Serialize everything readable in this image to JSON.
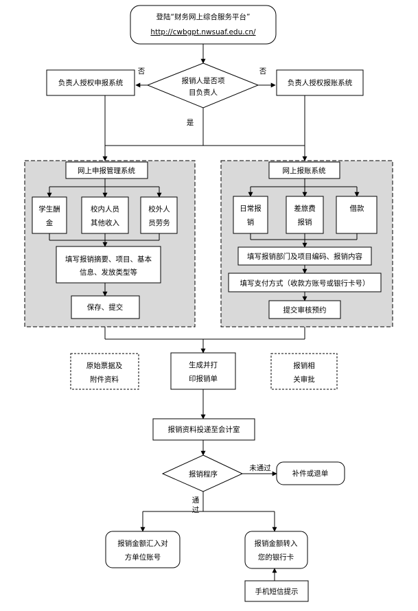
{
  "start": {
    "line1": "登陆“财务网上综合服务平台”",
    "link": "http://cwbgpt.nwsuaf.edu.cn/"
  },
  "decision1": {
    "line1": "报销人是否项",
    "line2": "目负责人"
  },
  "left_system": "负责人授权申报系统",
  "right_system": "负责人授权报账系统",
  "labels": {
    "no_left": "否",
    "no_right": "否",
    "yes": "是"
  },
  "left_group": {
    "title": "网上申报管理系统",
    "items": [
      {
        "line1": "学生酬",
        "line2": "金"
      },
      {
        "line1": "校内人员",
        "line2": "其他收入"
      },
      {
        "line1": "校外人",
        "line2": "员劳务"
      }
    ],
    "fill": {
      "line1": "填写报销摘要、项目、基本",
      "line2": "信息、发放类型等"
    },
    "save": "保存、提交"
  },
  "right_group": {
    "title": "网上报账系统",
    "items": [
      {
        "line1": "日常报",
        "line2": "销"
      },
      {
        "line1": "差旅费",
        "line2": "报销"
      },
      {
        "line1": "借款",
        "line2": ""
      }
    ],
    "fill1": "填写报销部门及项目编码、报销内容",
    "fill2": "填写支付方式（收款方账号或银行卡号）",
    "submit": "提交审核预约"
  },
  "middle": {
    "original": {
      "line1": "原始票据及",
      "line2": "附件资料"
    },
    "print": {
      "line1": "生成并打",
      "line2": "印报销单"
    },
    "approval": {
      "line1": "报销相",
      "line2": "关审批"
    }
  },
  "deliver": "报销资料投递至会计室",
  "decision2": "报销程序",
  "not_passed": "未通过",
  "supplement": "补件或退单",
  "passed": {
    "line1": "通",
    "line2": "过"
  },
  "transfer_unit": {
    "line1": "报销金额汇入对",
    "line2": "方单位账号"
  },
  "transfer_card": {
    "line1": "报销金额转入",
    "line2": "您的银行卡"
  },
  "sms": "手机短信提示",
  "colors": {
    "group_fill": "#d9d9d9",
    "line": "#000000",
    "box_fill": "#ffffff"
  }
}
